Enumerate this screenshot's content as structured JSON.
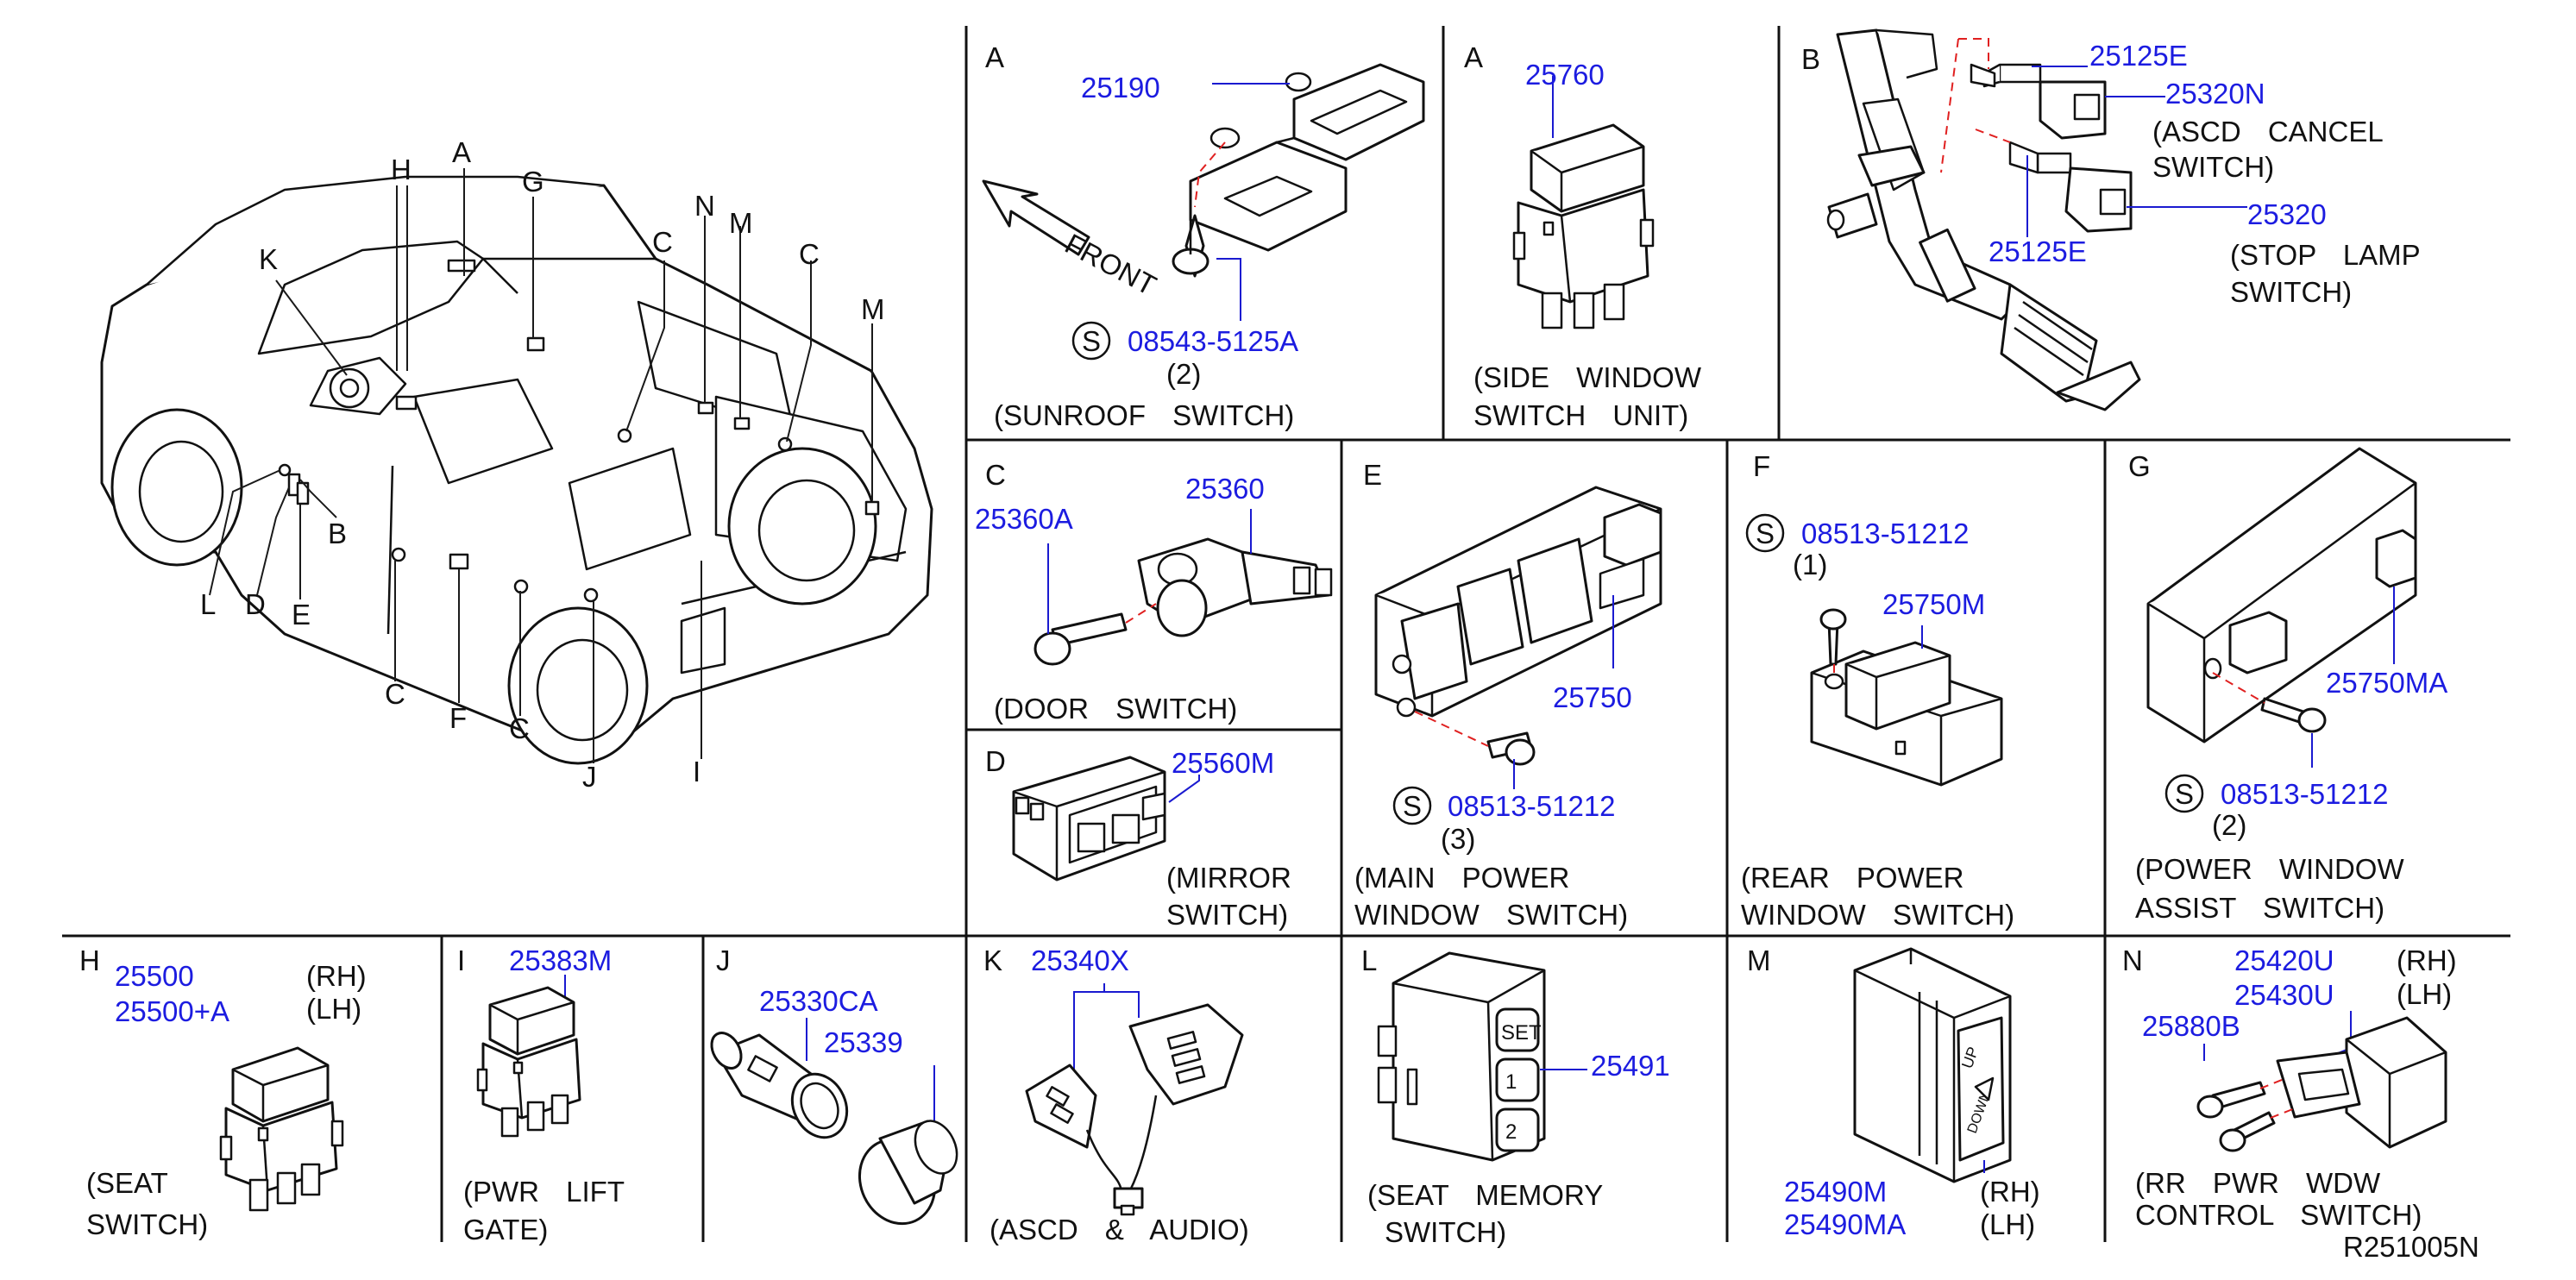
{
  "diagram": {
    "vehicle_letters": {
      "a": "A",
      "h": "H",
      "g": "G",
      "k": "K",
      "n": "N",
      "m1": "M",
      "c1": "C",
      "c2": "C",
      "m2": "M",
      "b": "B",
      "l": "L",
      "d": "D",
      "e": "E",
      "c3": "C",
      "f": "F",
      "c4": "C",
      "j": "J",
      "i": "I"
    },
    "panels": {
      "A1": {
        "letter": "A",
        "parts": [
          "25190",
          "08543-5125A"
        ],
        "qty": "(2)",
        "s_mark": "S",
        "front_label": "FRONT",
        "caption": "(SUNROOF SWITCH)"
      },
      "A2": {
        "letter": "A",
        "parts": [
          "25760"
        ],
        "caption_1": "(SIDE WINDOW",
        "caption_2": "SWITCH UNIT)"
      },
      "B": {
        "letter": "B",
        "parts": [
          "25125E",
          "25320N",
          "25320",
          "25125E"
        ],
        "note_1a": "(ASCD CANCEL",
        "note_1b": "SWITCH)",
        "note_2a": "(STOP LAMP",
        "note_2b": "SWITCH)"
      },
      "C": {
        "letter": "C",
        "parts": [
          "25360A",
          "25360"
        ],
        "caption": "(DOOR SWITCH)"
      },
      "D": {
        "letter": "D",
        "parts": [
          "25560M"
        ],
        "caption_1": "(MIRROR",
        "caption_2": "SWITCH)"
      },
      "E": {
        "letter": "E",
        "parts": [
          "25750",
          "08513-51212"
        ],
        "qty": "(3)",
        "s_mark": "S",
        "caption_1": "(MAIN POWER",
        "caption_2": "WINDOW SWITCH)"
      },
      "F": {
        "letter": "F",
        "parts": [
          "08513-51212",
          "25750M"
        ],
        "qty": "(1)",
        "s_mark": "S",
        "caption_1": "(REAR POWER",
        "caption_2": "WINDOW SWITCH)"
      },
      "G": {
        "letter": "G",
        "parts": [
          "25750MA",
          "08513-51212"
        ],
        "qty": "(2)",
        "s_mark": "S",
        "caption_1": "(POWER WINDOW",
        "caption_2": "ASSIST SWITCH)"
      },
      "H": {
        "letter": "H",
        "parts": [
          "25500",
          "25500+A"
        ],
        "side_1": "(RH)",
        "side_2": "(LH)",
        "caption_1": "(SEAT",
        "caption_2": "SWITCH)"
      },
      "I": {
        "letter": "I",
        "parts": [
          "25383M"
        ],
        "caption_1": "(PWR LIFT",
        "caption_2": "GATE)"
      },
      "J": {
        "letter": "J",
        "parts": [
          "25330CA",
          "25339"
        ]
      },
      "K": {
        "letter": "K",
        "parts": [
          "25340X"
        ],
        "caption": "(ASCD & AUDIO)"
      },
      "L": {
        "letter": "L",
        "parts": [
          "25491"
        ],
        "button_1": "SET",
        "button_2": "1",
        "button_3": "2",
        "caption_1": "(SEAT MEMORY",
        "caption_2": "SWITCH)"
      },
      "M": {
        "letter": "M",
        "parts": [
          "25490M",
          "25490MA"
        ],
        "side_1": "(RH)",
        "side_2": "(LH)",
        "up_label": "UP",
        "down_label": "DOWN"
      },
      "N": {
        "letter": "N",
        "parts": [
          "25420U",
          "25430U",
          "25880B"
        ],
        "side_1": "(RH)",
        "side_2": "(LH)",
        "caption_1": "(RR PWR WDW",
        "caption_2": "CONTROL SWITCH)",
        "drawing_code": "R251005N"
      }
    }
  }
}
